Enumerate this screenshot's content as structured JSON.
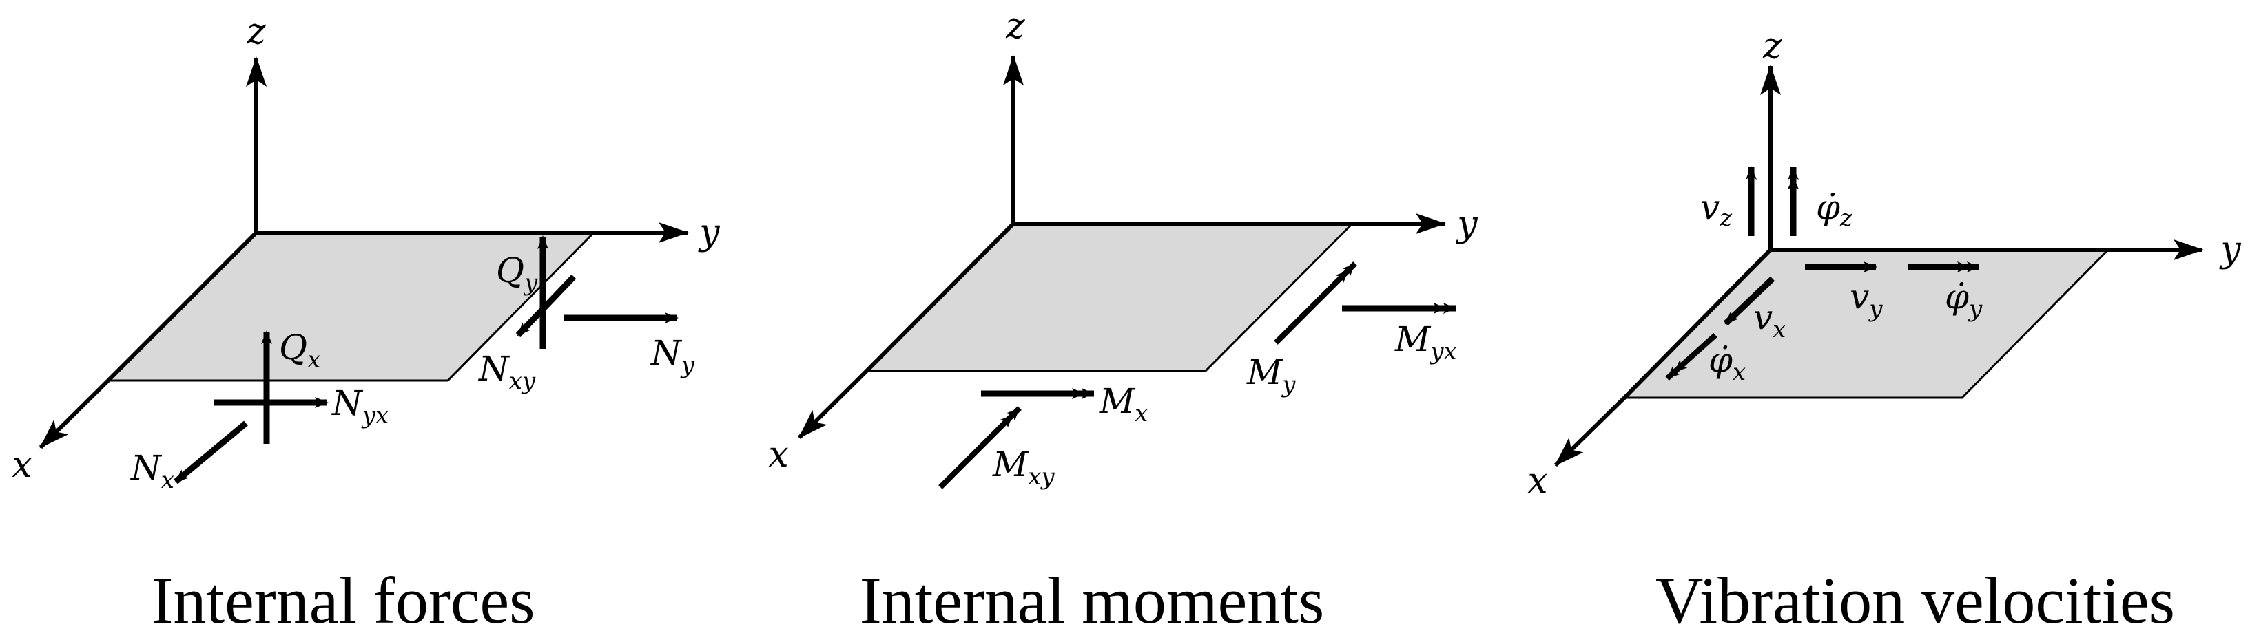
{
  "colors": {
    "background": "#ffffff",
    "plate_fill": "#d9d9d9",
    "stroke": "#000000"
  },
  "panels": [
    {
      "id": "internal-forces",
      "caption": "Internal forces",
      "axes": {
        "x": "x",
        "y": "y",
        "z": "z"
      },
      "vectors": [
        {
          "id": "Qx",
          "main": "Q",
          "sub": "x",
          "arrowhead": "single",
          "direction": "+z"
        },
        {
          "id": "Qy",
          "main": "Q",
          "sub": "y",
          "arrowhead": "single",
          "direction": "+z"
        },
        {
          "id": "Nx",
          "main": "N",
          "sub": "x",
          "arrowhead": "single",
          "direction": "+x"
        },
        {
          "id": "Ny",
          "main": "N",
          "sub": "y",
          "arrowhead": "single",
          "direction": "+y"
        },
        {
          "id": "Nxy",
          "main": "N",
          "sub": "xy",
          "arrowhead": "single",
          "direction": "+x"
        },
        {
          "id": "Nyx",
          "main": "N",
          "sub": "yx",
          "arrowhead": "single",
          "direction": "+y"
        }
      ]
    },
    {
      "id": "internal-moments",
      "caption": "Internal moments",
      "axes": {
        "x": "x",
        "y": "y",
        "z": "z"
      },
      "vectors": [
        {
          "id": "Mx",
          "main": "M",
          "sub": "x",
          "arrowhead": "double",
          "direction": "+y"
        },
        {
          "id": "My",
          "main": "M",
          "sub": "y",
          "arrowhead": "double",
          "direction": "-x"
        },
        {
          "id": "Mxy",
          "main": "M",
          "sub": "xy",
          "arrowhead": "double",
          "direction": "-x"
        },
        {
          "id": "Myx",
          "main": "M",
          "sub": "yx",
          "arrowhead": "double",
          "direction": "+y"
        }
      ]
    },
    {
      "id": "vibration-velocities",
      "caption": "Vibration velocities",
      "axes": {
        "x": "x",
        "y": "y",
        "z": "z"
      },
      "vectors": [
        {
          "id": "vx",
          "main": "v",
          "sub": "x",
          "arrowhead": "single",
          "direction": "+x"
        },
        {
          "id": "vy",
          "main": "v",
          "sub": "y",
          "arrowhead": "single",
          "direction": "+y"
        },
        {
          "id": "vz",
          "main": "v",
          "sub": "z",
          "arrowhead": "single",
          "direction": "+z"
        },
        {
          "id": "phix",
          "main": "φ̇",
          "sub": "x",
          "arrowhead": "double",
          "direction": "+x"
        },
        {
          "id": "phiy",
          "main": "φ̇",
          "sub": "y",
          "arrowhead": "double",
          "direction": "+y"
        },
        {
          "id": "phiz",
          "main": "φ̇",
          "sub": "z",
          "arrowhead": "double",
          "direction": "+z"
        }
      ]
    }
  ]
}
